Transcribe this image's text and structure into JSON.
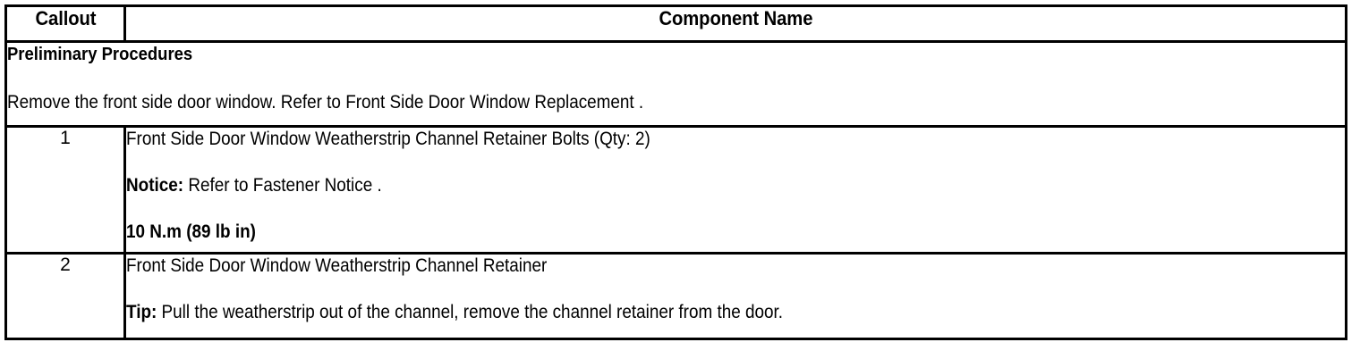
{
  "table": {
    "headers": {
      "callout": "Callout",
      "component_name": "Component Name"
    },
    "preliminary": {
      "title": "Preliminary Procedures",
      "text": "Remove the front side door window. Refer to Front Side Door Window Replacement ."
    },
    "rows": [
      {
        "callout": "1",
        "lines": [
          {
            "label": "",
            "text": "Front Side Door Window Weatherstrip Channel Retainer Bolts (Qty: 2)",
            "bold_all": false
          },
          {
            "label": "Notice:",
            "text": " Refer to Fastener Notice .",
            "bold_all": false
          },
          {
            "label": "",
            "text": "10 N.m (89 lb in)",
            "bold_all": true
          }
        ]
      },
      {
        "callout": "2",
        "lines": [
          {
            "label": "",
            "text": "Front Side Door Window Weatherstrip Channel Retainer",
            "bold_all": false
          },
          {
            "label": "Tip:",
            "text": " Pull the weatherstrip out of the channel, remove the channel retainer from the door.",
            "bold_all": false
          }
        ]
      }
    ]
  },
  "colors": {
    "border": "#000000",
    "text": "#000000",
    "background": "#ffffff"
  }
}
